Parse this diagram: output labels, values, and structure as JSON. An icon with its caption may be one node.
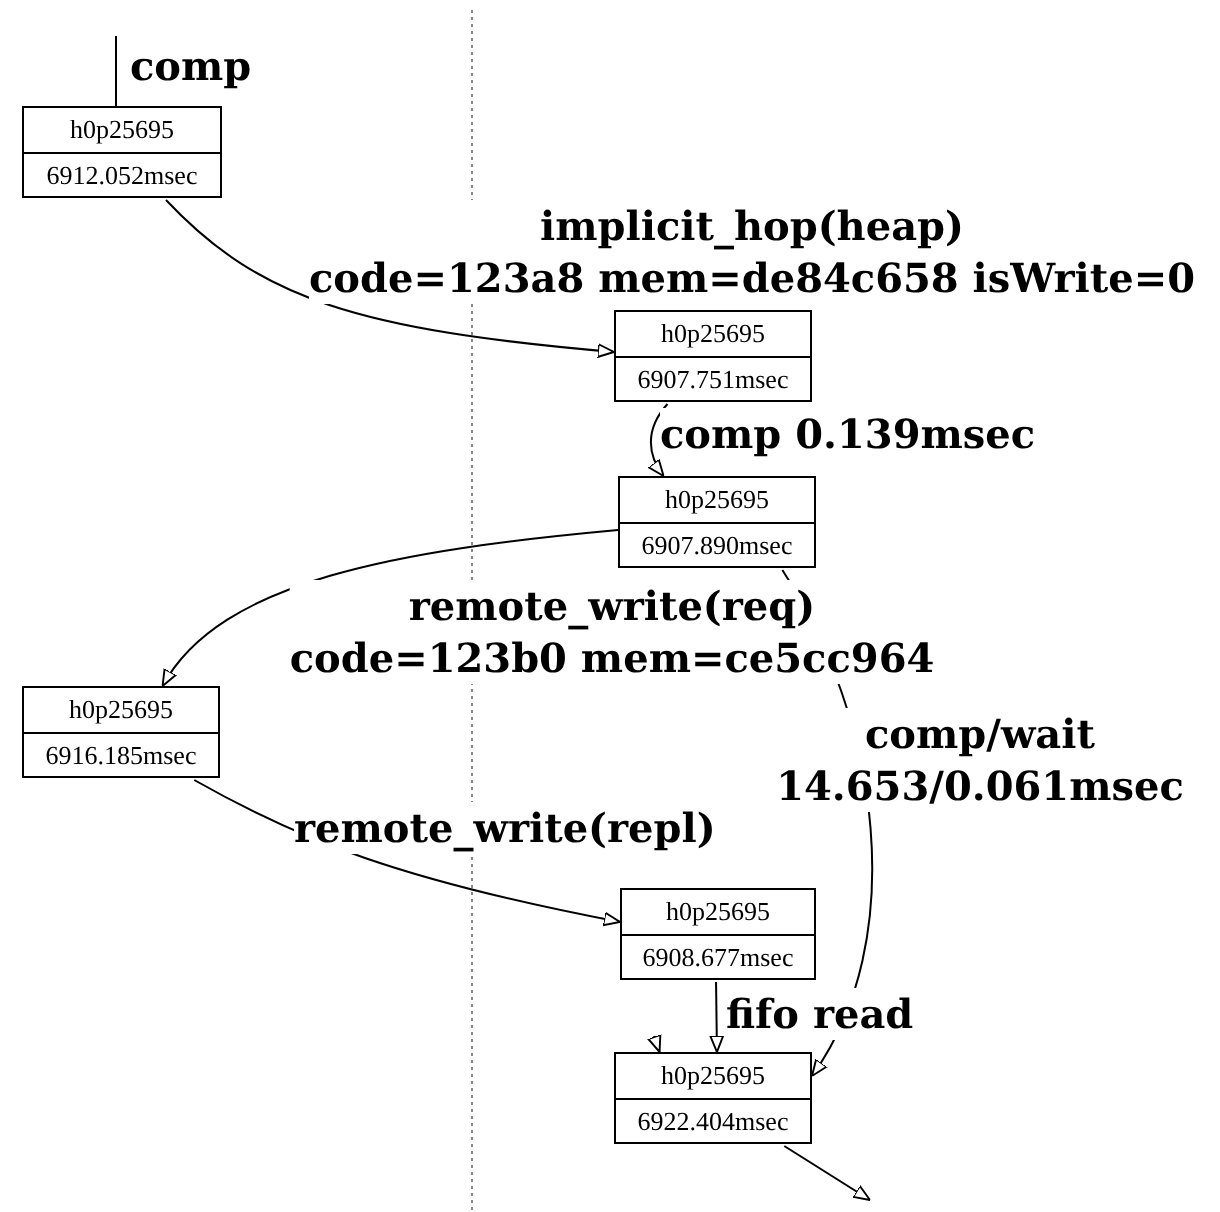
{
  "diagram": {
    "nodes": [
      {
        "text": [
          "h0p25695",
          "6912.052msec"
        ]
      },
      {
        "text": [
          "h0p25695",
          "6907.751msec"
        ]
      },
      {
        "text": [
          "h0p25695",
          "6907.890msec"
        ]
      },
      {
        "text": [
          "h0p25695",
          "6916.185msec"
        ]
      },
      {
        "text": [
          "h0p25695",
          "6908.677msec"
        ]
      },
      {
        "text": [
          "h0p25695",
          "6922.404msec"
        ]
      }
    ],
    "edges": [
      {
        "from": null,
        "to": 0,
        "arrow": "none",
        "label": "comp"
      },
      {
        "from": 0,
        "to": 1,
        "arrow": "to",
        "label": "implicit_hop(heap) code=123a8 mem=de84c658 isWrite=0"
      },
      {
        "from": 1,
        "to": 2,
        "arrow": "to",
        "label": "comp 0.139msec"
      },
      {
        "from": 2,
        "to": 3,
        "arrow": "to",
        "label": "remote_write(req) code=123b0 mem=ce5cc964"
      },
      {
        "from": 2,
        "to": 5,
        "arrow": "to",
        "label": "comp/wait 14.653/0.061msec"
      },
      {
        "from": 3,
        "to": 4,
        "arrow": "to",
        "label": "remote_write(repl)"
      },
      {
        "from": 4,
        "to": 5,
        "arrow": "to",
        "label": "fifo read"
      },
      {
        "from": 5,
        "to": null,
        "arrow": "to"
      },
      {
        "from": null,
        "to": 5,
        "arrow": "to"
      }
    ]
  }
}
